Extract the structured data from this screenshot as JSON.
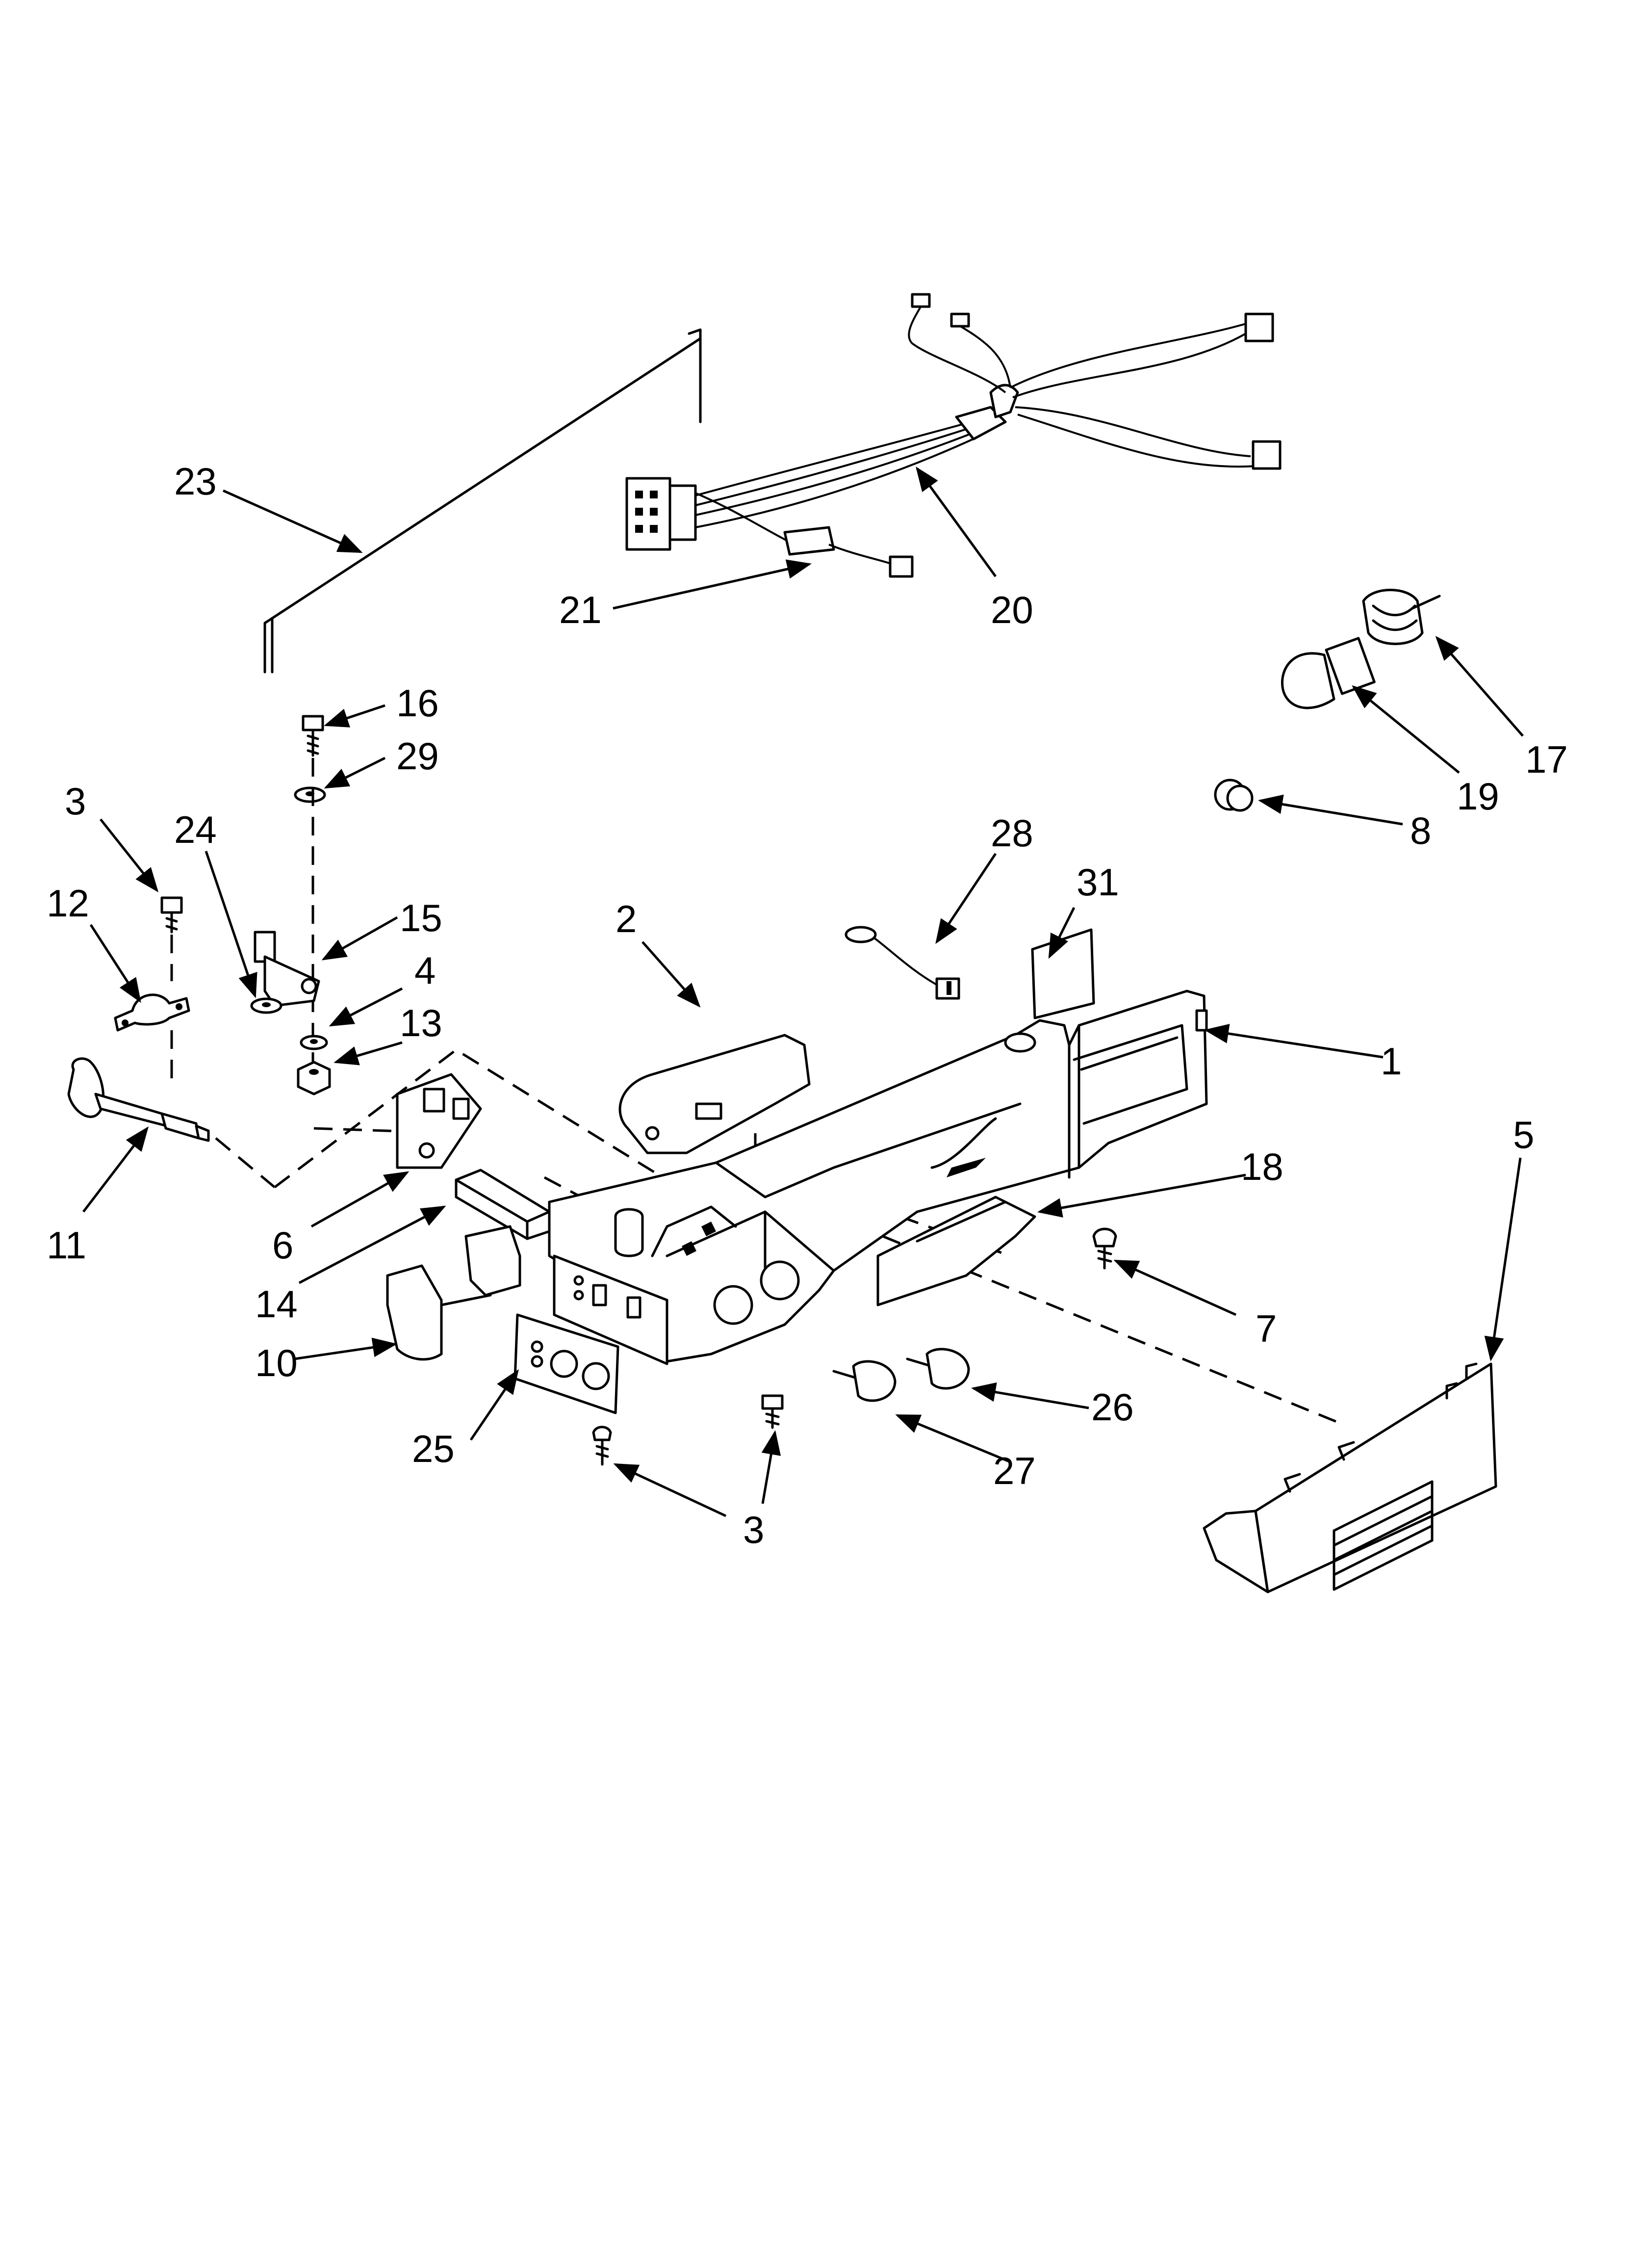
{
  "callouts": {
    "c1": "1",
    "c2": "2",
    "c3a": "3",
    "c3b": "3",
    "c4": "4",
    "c5": "5",
    "c6": "6",
    "c7": "7",
    "c8": "8",
    "c10": "10",
    "c11": "11",
    "c12": "12",
    "c13": "13",
    "c14": "14",
    "c15": "15",
    "c16": "16",
    "c17": "17",
    "c18": "18",
    "c19": "19",
    "c20": "20",
    "c21": "21",
    "c23": "23",
    "c24": "24",
    "c25": "25",
    "c26": "26",
    "c27": "27",
    "c28": "28",
    "c29": "29",
    "c31": "31"
  }
}
